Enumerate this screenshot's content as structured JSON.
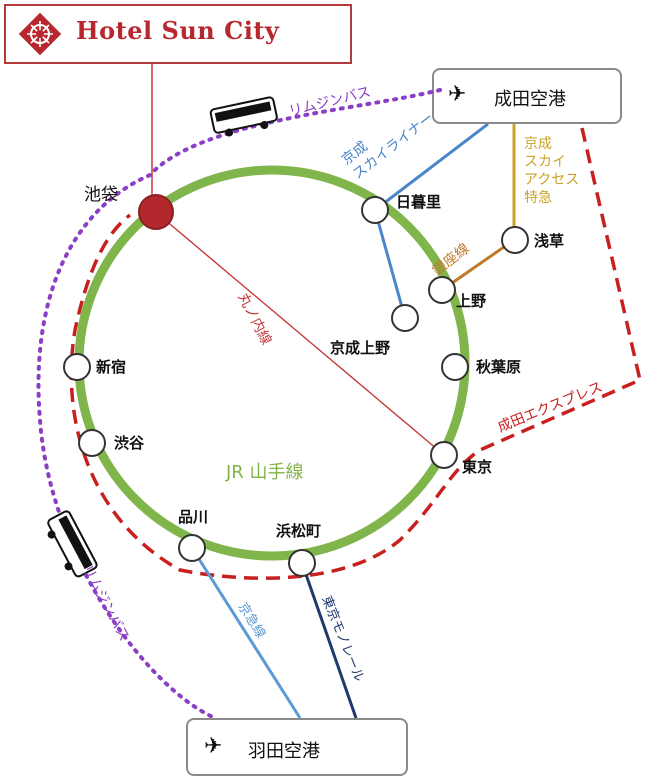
{
  "hotel": {
    "name": "Hotel Sun City",
    "logo": "diamond-sun-logo",
    "color": "#b8262e"
  },
  "airports": {
    "narita": {
      "name": "成田空港",
      "icon": "airplane-icon"
    },
    "haneda": {
      "name": "羽田空港",
      "icon": "airplane-icon"
    }
  },
  "loop_label": "JR 山手線",
  "stations": {
    "ikebukuro": "池袋",
    "nippori": "日暮里",
    "asakusa": "浅草",
    "ueno": "上野",
    "keisei_ueno": "京成上野",
    "akihabara": "秋葉原",
    "tokyo": "東京",
    "hamamatsucho": "浜松町",
    "shinagawa": "品川",
    "shibuya": "渋谷",
    "shinjuku": "新宿"
  },
  "lines": {
    "limousine_top": "リムジンバス",
    "limousine_left": "リムジンバス",
    "keisei_skyliner": "京成\nスカイライナー",
    "keisei_access": "京成\nスカイ\nアクセス\n特急",
    "ginza": "銀座線",
    "marunouchi": "丸ノ内線",
    "narita_express": "成田エクスプレス",
    "keikyu": "京急線",
    "monorail": "東京モノレール"
  },
  "colors": {
    "yamanote": "#7fb54a",
    "limousine": "#8a3fc4",
    "narita_express": "#c8201f",
    "skyliner": "#4a86c8",
    "access": "#c9a227",
    "ginza": "#c07a28",
    "marunouchi": "#c43a3a",
    "keikyu": "#5b9ad6",
    "monorail": "#1f3a6b"
  }
}
